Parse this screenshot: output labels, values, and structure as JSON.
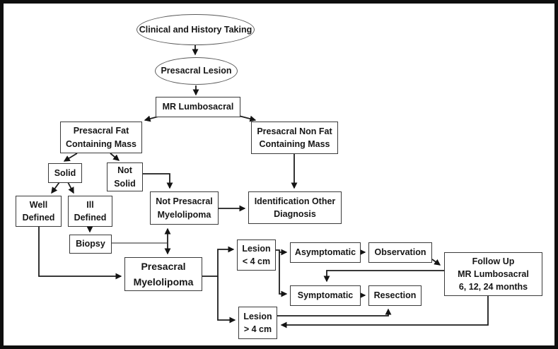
{
  "frame": {
    "border_color": "#0e0e0e",
    "background": "#ffffff"
  },
  "nodes": {
    "clinical_history": {
      "label": "Clinical and History Taking",
      "shape": "ellipse"
    },
    "presacral_lesion": {
      "label": "Presacral Lesion",
      "shape": "ellipse"
    },
    "mr_lumbosacral": {
      "label": "MR Lumbosacral",
      "shape": "rect"
    },
    "fat_mass": {
      "label": "Presacral Fat\nContaining Mass",
      "shape": "rect"
    },
    "non_fat_mass": {
      "label": "Presacral Non Fat\nContaining Mass",
      "shape": "rect"
    },
    "solid": {
      "label": "Solid",
      "shape": "rect"
    },
    "not_solid": {
      "label": "Not\nSolid",
      "shape": "rect"
    },
    "well_defined": {
      "label": "Well\nDefined",
      "shape": "rect"
    },
    "ill_defined": {
      "label": "Ill\nDefined",
      "shape": "rect"
    },
    "biopsy": {
      "label": "Biopsy",
      "shape": "rect"
    },
    "not_presacral_myelolipoma": {
      "label": "Not Presacral\nMyelolipoma",
      "shape": "rect"
    },
    "identification_other": {
      "label": "Identification Other\nDiagnosis",
      "shape": "rect"
    },
    "presacral_myelolipoma": {
      "label": "Presacral\nMyelolipoma",
      "shape": "rect"
    },
    "lesion_lt_4cm": {
      "label": "Lesion\n< 4 cm",
      "shape": "rect"
    },
    "asymptomatic": {
      "label": "Asymptomatic",
      "shape": "rect"
    },
    "observation": {
      "label": "Observation",
      "shape": "rect"
    },
    "follow_up": {
      "label": "Follow Up\nMR Lumbosacral\n6, 12, 24 months",
      "shape": "rect"
    },
    "symptomatic": {
      "label": "Symptomatic",
      "shape": "rect"
    },
    "resection": {
      "label": "Resection",
      "shape": "rect"
    },
    "lesion_gt_4cm": {
      "label": "Lesion\n> 4 cm",
      "shape": "rect"
    }
  },
  "edges": [
    {
      "from": "clinical_history",
      "to": "presacral_lesion",
      "style": "arrow"
    },
    {
      "from": "presacral_lesion",
      "to": "mr_lumbosacral",
      "style": "arrow"
    },
    {
      "from": "mr_lumbosacral",
      "to": "fat_mass",
      "style": "arrow"
    },
    {
      "from": "mr_lumbosacral",
      "to": "non_fat_mass",
      "style": "arrow"
    },
    {
      "from": "fat_mass",
      "to": "solid",
      "style": "arrow"
    },
    {
      "from": "fat_mass",
      "to": "not_solid",
      "style": "arrow"
    },
    {
      "from": "solid",
      "to": "well_defined",
      "style": "arrow"
    },
    {
      "from": "solid",
      "to": "ill_defined",
      "style": "arrow"
    },
    {
      "from": "not_solid",
      "to": "not_presacral_myelolipoma",
      "style": "arrow"
    },
    {
      "from": "ill_defined",
      "to": "biopsy",
      "style": "arrow"
    },
    {
      "from": "biopsy",
      "to": "not_presacral_myelolipoma",
      "style": "plain-line"
    },
    {
      "from": "not_presacral_myelolipoma",
      "to": "presacral_myelolipoma",
      "style": "double-arrow"
    },
    {
      "from": "not_presacral_myelolipoma",
      "to": "identification_other",
      "style": "arrow"
    },
    {
      "from": "non_fat_mass",
      "to": "identification_other",
      "style": "arrow"
    },
    {
      "from": "well_defined",
      "to": "presacral_myelolipoma",
      "style": "arrow"
    },
    {
      "from": "presacral_myelolipoma",
      "to": "lesion_lt_4cm",
      "style": "arrow"
    },
    {
      "from": "presacral_myelolipoma",
      "to": "lesion_gt_4cm",
      "style": "arrow"
    },
    {
      "from": "lesion_lt_4cm",
      "to": "asymptomatic",
      "style": "arrow"
    },
    {
      "from": "lesion_lt_4cm",
      "to": "symptomatic",
      "style": "arrow"
    },
    {
      "from": "asymptomatic",
      "to": "observation",
      "style": "arrow"
    },
    {
      "from": "observation",
      "to": "follow_up",
      "style": "arrow"
    },
    {
      "from": "follow_up",
      "to": "symptomatic",
      "style": "arrow"
    },
    {
      "from": "symptomatic",
      "to": "resection",
      "style": "arrow"
    },
    {
      "from": "lesion_gt_4cm",
      "to": "resection",
      "style": "arrow"
    },
    {
      "from": "follow_up",
      "to": "lesion_gt_4cm",
      "style": "arrow"
    }
  ]
}
